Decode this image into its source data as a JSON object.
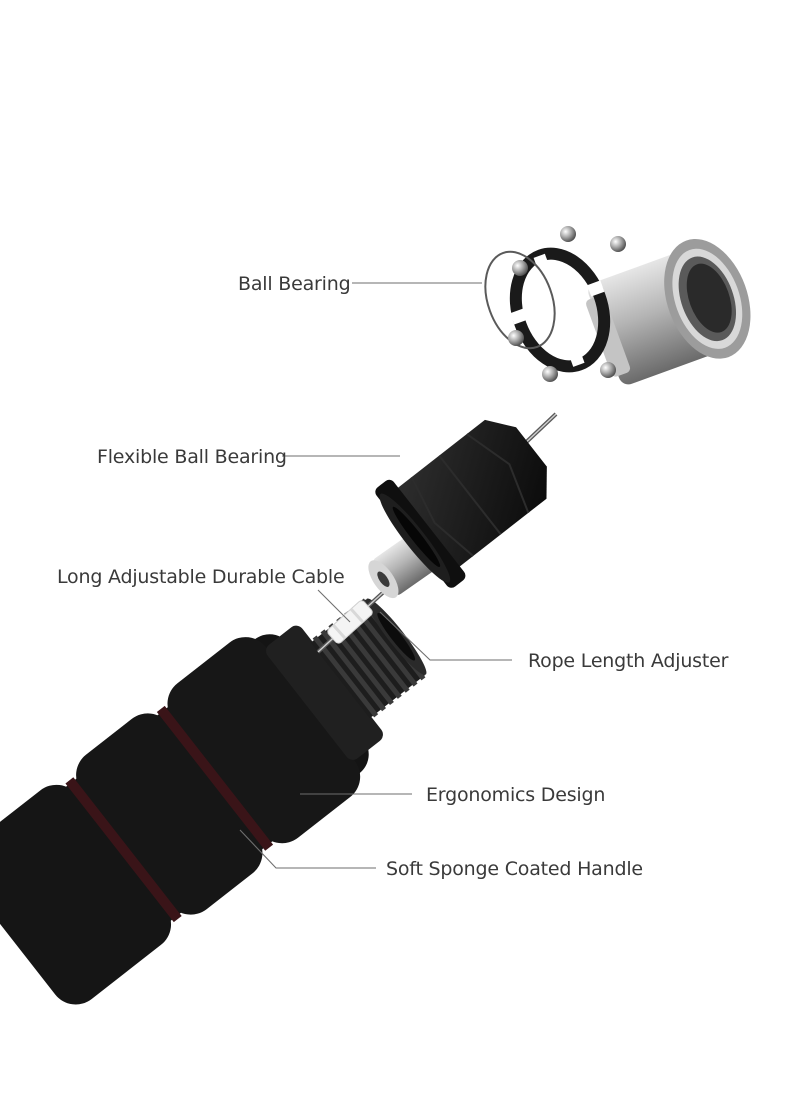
{
  "labels": {
    "ball_bearing": "Ball Bearing",
    "flexible_ball_bearing": "Flexible Ball Bearing",
    "long_adjustable_durable_cable": "Long Adjustable Durable Cable",
    "rope_length_adjuster": "Rope Length Adjuster",
    "ergonomics_design": "Ergonomics Design",
    "soft_sponge_coated_handle": "Soft Sponge Coated Handle"
  },
  "colors": {
    "handle_black": "#141414",
    "groove_maroon": "#3a1418",
    "metal_silver": "#b8b8b8",
    "label_text": "#3a3a3a",
    "leader_line": "#6e6e6e"
  }
}
